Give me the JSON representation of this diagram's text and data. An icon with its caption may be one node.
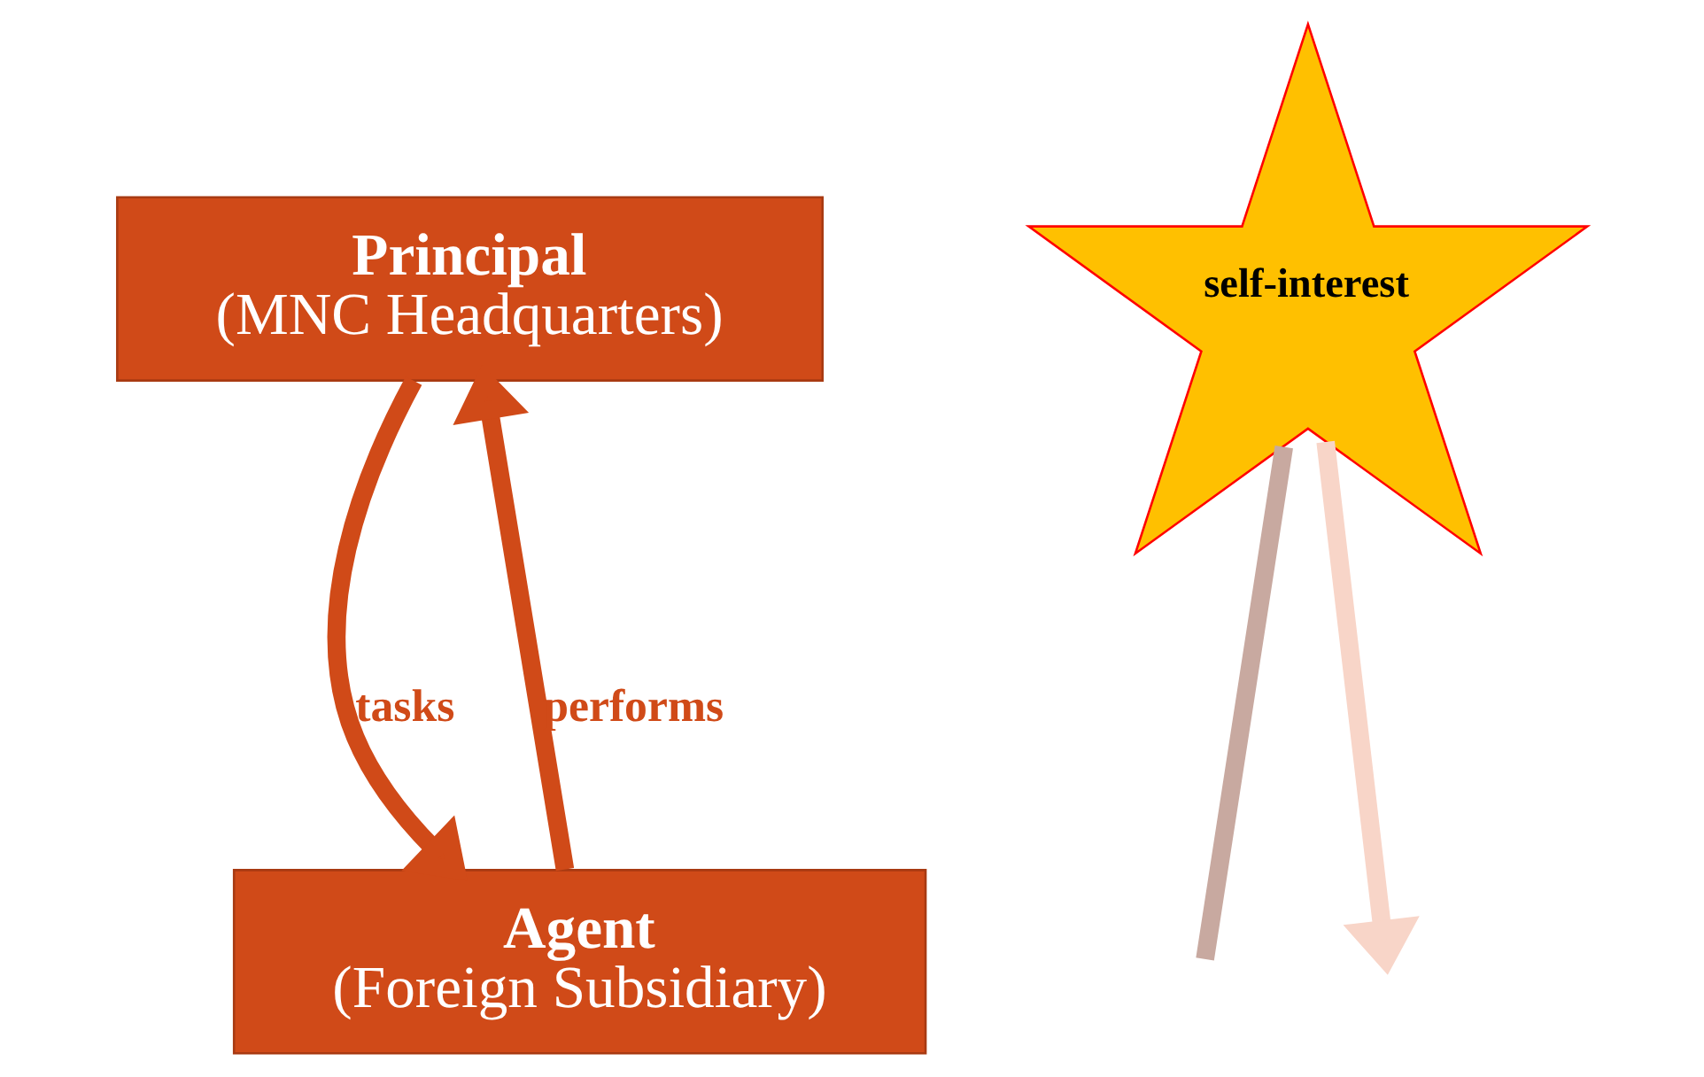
{
  "diagram": {
    "nodes": [
      {
        "text": [
          "Principal",
          "(MNC Headquarters)"
        ]
      },
      {
        "text": [
          "Agent",
          "(Foreign Subsidiary)"
        ]
      },
      {
        "text": [
          "self-interest"
        ]
      }
    ],
    "edges": [
      {
        "from": 0,
        "to": 1,
        "arrow": "to",
        "label": "tasks"
      },
      {
        "from": 1,
        "to": 0,
        "arrow": "to",
        "label": "performs"
      },
      {
        "from": 2,
        "to": null,
        "arrow": "none",
        "color": "#c8a9a0"
      },
      {
        "from": 2,
        "to": null,
        "arrow": "to",
        "color": "#f8d5c8"
      }
    ]
  }
}
